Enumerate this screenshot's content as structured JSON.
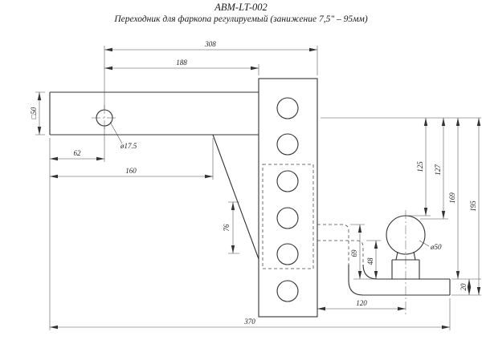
{
  "title": "ABM-LT-002",
  "subtitle": "Переходник для фаркопа регулируемый (занижение 7,5\" – 95мм)",
  "dims": {
    "top_overall": "308",
    "top_inner": "188",
    "bar_square": "□50",
    "bar_hole": "ø17.5",
    "hole_offset": "62",
    "bar_to_gusset": "160",
    "gusset_height": "76",
    "overall_length": "370",
    "ball_offset": "120",
    "drop_1": "125",
    "drop_2": "127",
    "drop_3": "169",
    "drop_4": "195",
    "bracket_1": "69",
    "bracket_2": "48",
    "plate_thickness": "20",
    "ball_diameter": "ø50"
  }
}
